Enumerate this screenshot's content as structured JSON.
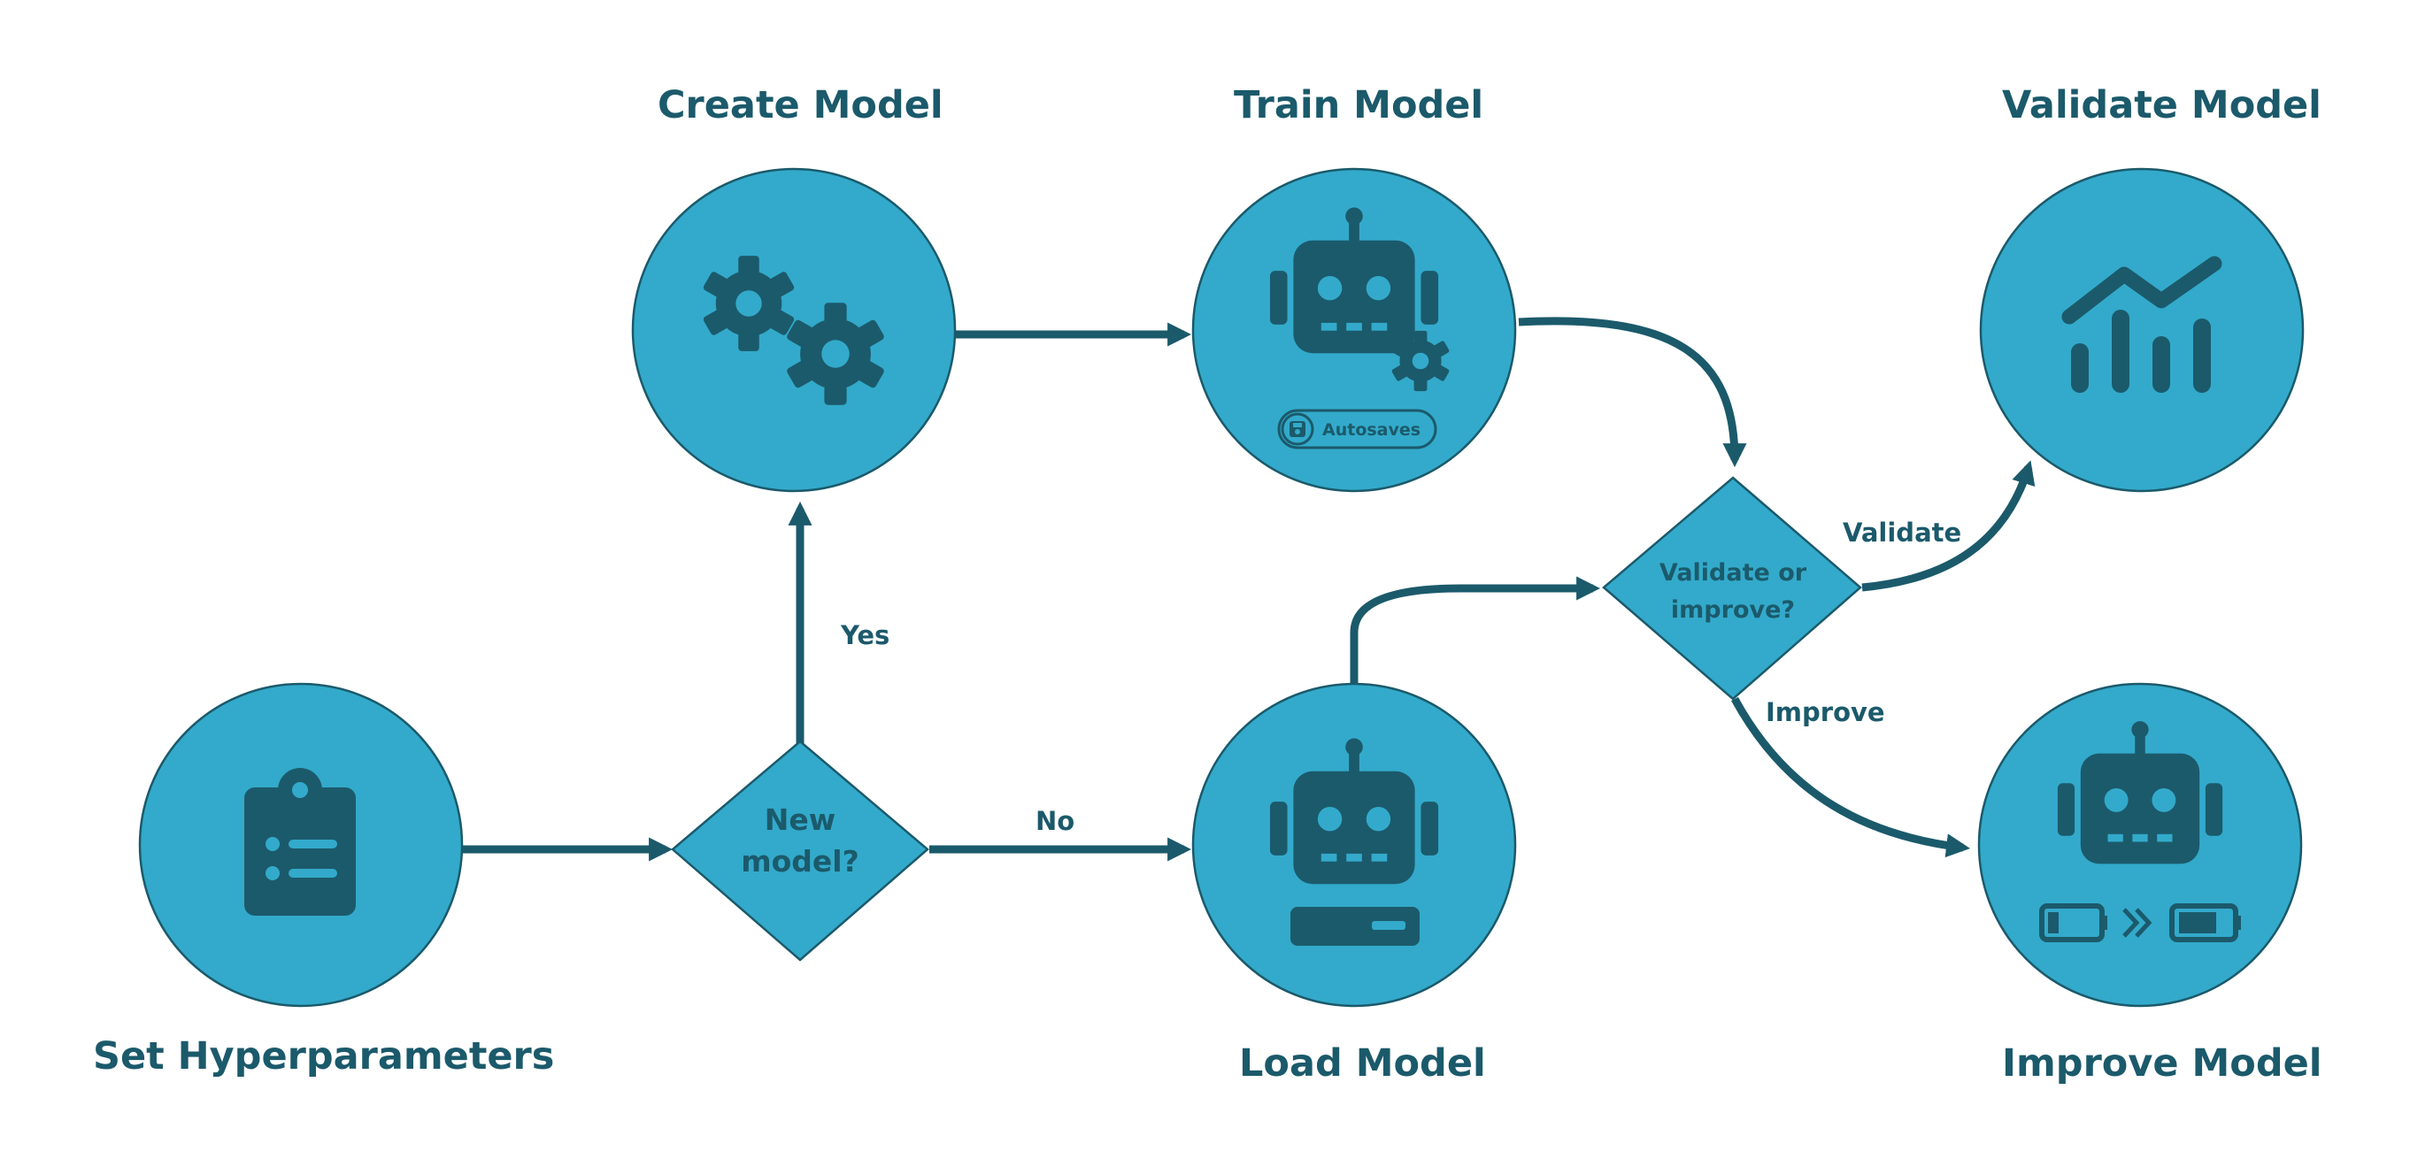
{
  "nodes": {
    "set_hyperparameters": {
      "title": "Set Hyperparameters",
      "icon": "clipboard-list-icon"
    },
    "create_model": {
      "title": "Create Model",
      "icon": "gears-icon"
    },
    "train_model": {
      "title": "Train Model",
      "icon": "robot-gear-icon",
      "badge": "Autosaves",
      "badge_icon": "save-icon"
    },
    "validate_model": {
      "title": "Validate Model",
      "icon": "chart-trend-icon"
    },
    "load_model": {
      "title": "Load Model",
      "icon": "robot-drive-icon"
    },
    "improve_model": {
      "title": "Improve Model",
      "icon": "robot-battery-icon"
    }
  },
  "decisions": {
    "new_model": {
      "line1": "New",
      "line2": "model?"
    },
    "validate_or_improve": {
      "line1": "Validate or",
      "line2": "improve?"
    }
  },
  "edges": {
    "yes": "Yes",
    "no": "No",
    "validate": "Validate",
    "improve": "Improve"
  },
  "colors": {
    "node_fill": "#33aacb",
    "dark": "#1b5a6b",
    "background": "#ffffff"
  }
}
